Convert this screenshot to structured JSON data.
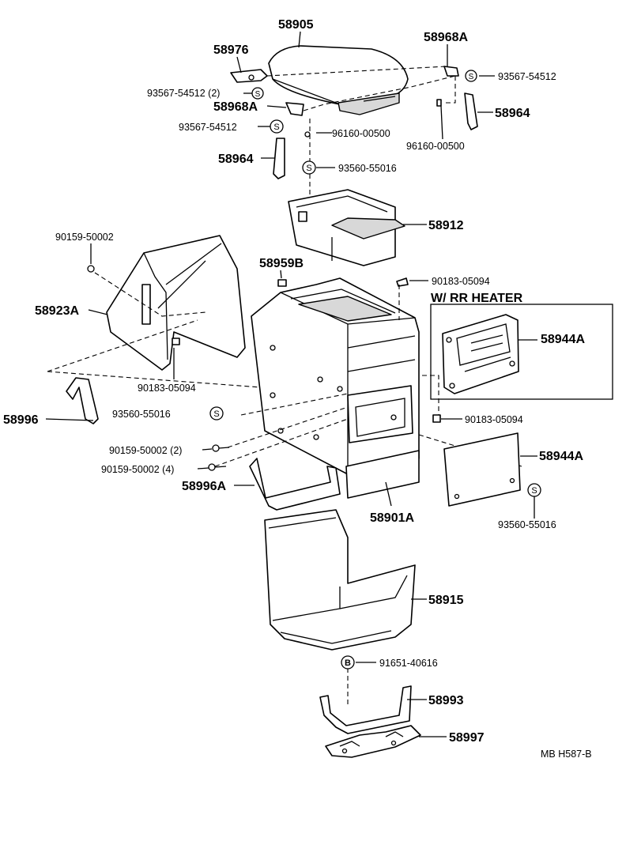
{
  "parts": {
    "p58905": "58905",
    "p58976": "58976",
    "p58968A_top": "58968A",
    "p93567_right": "93567-54512",
    "p93567_left_2": "93567-54512 (2)",
    "p58968A_left": "58968A",
    "p93567_left": "93567-54512",
    "p96160_mid": "96160-00500",
    "p58964_right": "58964",
    "p96160_right": "96160-00500",
    "p58964_left": "58964",
    "p93560_top": "93560-55016",
    "p58912": "58912",
    "p90159_top": "90159-50002",
    "p58959B": "58959B",
    "p90183_top": "90183-05094",
    "p58923A": "58923A",
    "p58944A_heater": "58944A",
    "p90183_mid": "90183-05094",
    "p58996": "58996",
    "p93560_mid": "93560-55016",
    "p90183_right": "90183-05094",
    "p90159_2": "90159-50002 (2)",
    "p58944A": "58944A",
    "p90159_4": "90159-50002 (4)",
    "p58996A": "58996A",
    "p58901A": "58901A",
    "p93560_bottom": "93560-55016",
    "p58915": "58915",
    "p91651": "91651-40616",
    "p58993": "58993",
    "p58997": "58997"
  },
  "heater_box_label": "W/ RR  HEATER",
  "footer": {
    "code": "MB  H587-B"
  },
  "symbols": {
    "s_letter": "S",
    "b_letter": "B"
  }
}
